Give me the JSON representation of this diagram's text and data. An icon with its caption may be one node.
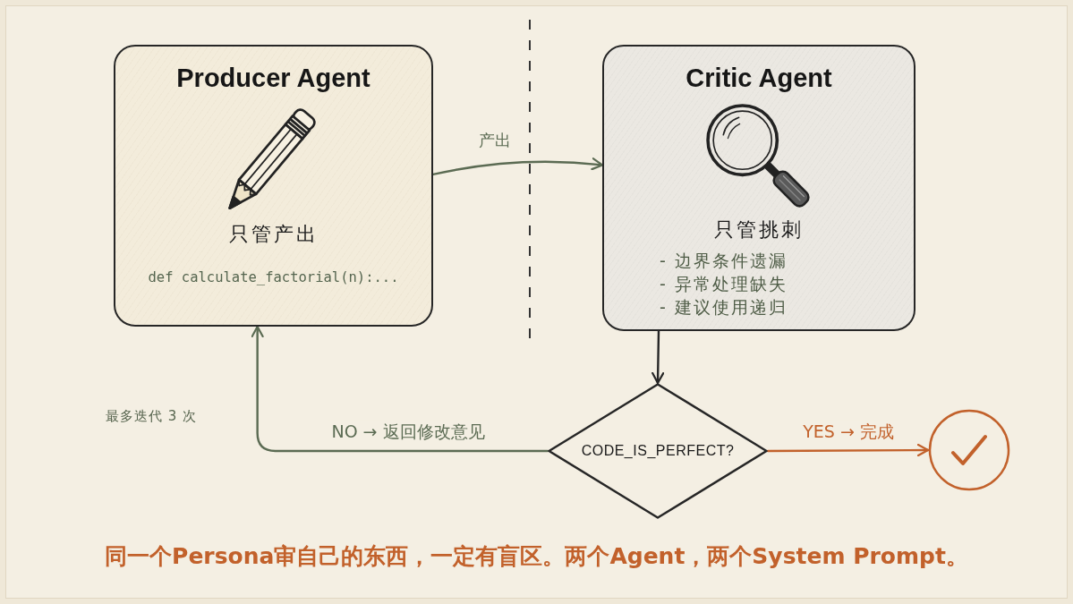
{
  "diagram": {
    "caption": "同一个Persona审自己的东西，一定有盲区。两个Agent，两个System Prompt。",
    "nodes": [
      {
        "text": [
          "Producer Agent",
          "只管产出",
          "def calculate_factorial(n):..."
        ]
      },
      {
        "text": [
          "Critic Agent",
          "只管挑刺",
          "- 边界条件遗漏",
          "- 异常处理缺失",
          "- 建议使用递归"
        ]
      },
      {
        "text": [
          "CODE_IS_PERFECT?"
        ]
      },
      {
        "text": [],
        "shape": "circle"
      }
    ],
    "edges": [
      {
        "from": 0,
        "to": 1,
        "arrow": "to",
        "label": "产出",
        "color": "#5b6b53"
      },
      {
        "from": 1,
        "to": 2,
        "arrow": "to"
      },
      {
        "from": 2,
        "to": 0,
        "arrow": "to",
        "label": "NO → 返回修改意见",
        "color": "#5b6b53"
      },
      {
        "from": 2,
        "to": 3,
        "arrow": "to",
        "label": "YES → 完成",
        "color": "#c2612b"
      }
    ],
    "labels": [
      "最多迭代 3 次"
    ]
  }
}
